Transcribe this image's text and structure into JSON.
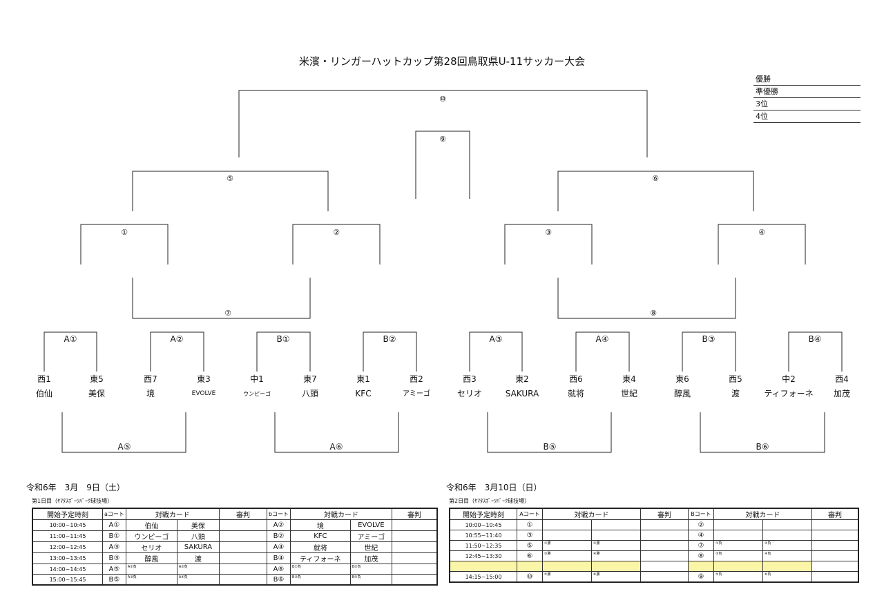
{
  "title": "米濱・リンガーハットカップ第28回鳥取県U-11サッカー大会",
  "placings": [
    "優勝",
    "準優勝",
    "3位",
    "4位"
  ],
  "bracket_labels": {
    "m10": "⑩",
    "m9": "⑨",
    "m5": "⑤",
    "m6": "⑥",
    "m1": "①",
    "m2": "②",
    "m3": "③",
    "m4": "④",
    "m7": "⑦",
    "m8": "⑧",
    "a1": "A①",
    "a2": "A②",
    "b1": "B①",
    "b2": "B②",
    "a3": "A③",
    "a4": "A④",
    "b3": "B③",
    "b4": "B④",
    "a5": "A⑤",
    "a6": "A⑥",
    "b5": "B⑤",
    "b6": "B⑥"
  },
  "teams": [
    {
      "seed": "西1",
      "name": "伯仙"
    },
    {
      "seed": "東5",
      "name": "美保"
    },
    {
      "seed": "西7",
      "name": "境"
    },
    {
      "seed": "東3",
      "name": "EVOLVE"
    },
    {
      "seed": "中1",
      "name": "ウンピーゴ"
    },
    {
      "seed": "東7",
      "name": "八頭"
    },
    {
      "seed": "東1",
      "name": "KFC"
    },
    {
      "seed": "西2",
      "name": "アミーゴ"
    },
    {
      "seed": "西3",
      "name": "セリオ"
    },
    {
      "seed": "東2",
      "name": "SAKURA"
    },
    {
      "seed": "西6",
      "name": "就将"
    },
    {
      "seed": "東4",
      "name": "世紀"
    },
    {
      "seed": "東6",
      "name": "醇風"
    },
    {
      "seed": "西5",
      "name": "渡"
    },
    {
      "seed": "中2",
      "name": "ティフォーネ"
    },
    {
      "seed": "西4",
      "name": "加茂"
    }
  ],
  "day1": {
    "date": "令和6年　3月　9日（土）",
    "venue": "第1日目（ﾔﾏﾀｽﾎﾟｰﾂﾊﾟｰｸ球技場）",
    "headers": [
      "開始予定時刻",
      "aコート",
      "対戦カード",
      "審判",
      "bコート",
      "対戦カード",
      "審判"
    ],
    "rows": [
      [
        "10:00~10:45",
        "A①",
        "伯仙",
        "美保",
        "",
        "A②",
        "境",
        "EVOLVE",
        ""
      ],
      [
        "11:00~11:45",
        "B①",
        "ウンピーゴ",
        "八頭",
        "",
        "B②",
        "KFC",
        "アミーゴ",
        ""
      ],
      [
        "12:00~12:45",
        "A③",
        "セリオ",
        "SAKURA",
        "",
        "A④",
        "就将",
        "世紀",
        ""
      ],
      [
        "13:00~13:45",
        "B③",
        "醇風",
        "渡",
        "",
        "B④",
        "ティフォーネ",
        "加茂",
        ""
      ],
      [
        "14:00~14:45",
        "A⑤",
        "A①負",
        "A②負",
        "",
        "A⑥",
        "B①負",
        "B②負",
        ""
      ],
      [
        "15:00~15:45",
        "B⑤",
        "A③負",
        "A④負",
        "",
        "B⑥",
        "B③負",
        "B④負",
        ""
      ]
    ]
  },
  "day2": {
    "date": "令和6年　3月10日（日）",
    "venue": "第2日目（ﾔﾏﾀｽﾎﾟｰﾂﾊﾟｰｸ球技場）",
    "headers": [
      "開始予定時刻",
      "Aコート",
      "対戦カード",
      "審判",
      "Bコート",
      "対戦カード",
      "審判"
    ],
    "rows": [
      [
        "10:00~10:45",
        "①",
        "",
        "",
        "",
        "②",
        "",
        "",
        ""
      ],
      [
        "10:55~11:40",
        "③",
        "",
        "",
        "",
        "④",
        "",
        "",
        ""
      ],
      [
        "11:50~12:35",
        "⑤",
        "①勝",
        "②勝",
        "",
        "⑦",
        "①負",
        "②負",
        ""
      ],
      [
        "12:45~13:30",
        "⑥",
        "③勝",
        "④勝",
        "",
        "⑧",
        "③負",
        "④負",
        ""
      ],
      [
        "",
        "",
        "",
        "",
        "",
        "",
        "",
        "",
        ""
      ],
      [
        "14:15~15:00",
        "⑩",
        "⑤勝",
        "⑥勝",
        "",
        "⑨",
        "⑤負",
        "⑥負",
        ""
      ]
    ]
  }
}
